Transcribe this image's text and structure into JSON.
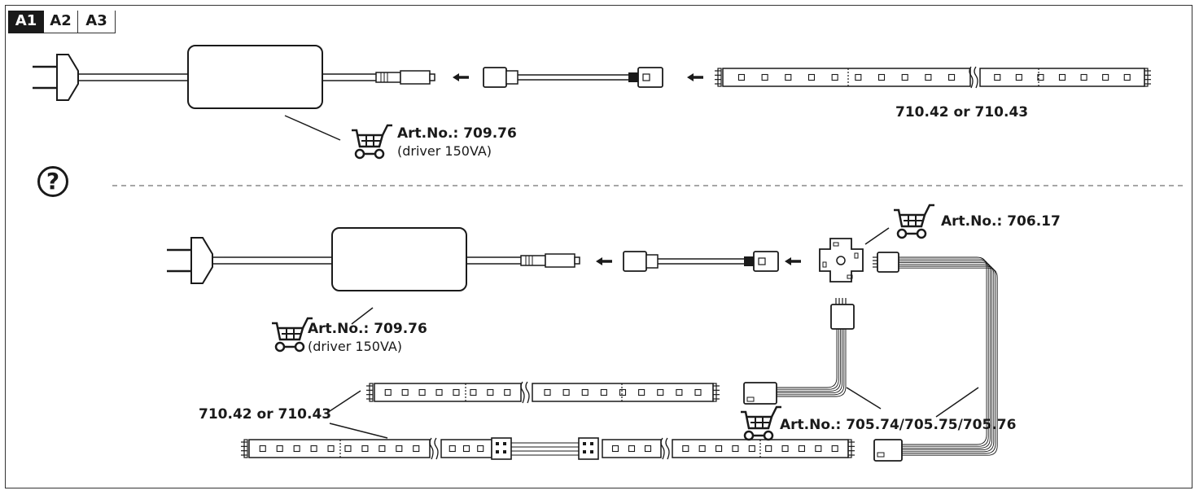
{
  "tabs": [
    {
      "label": "A1",
      "active": true
    },
    {
      "label": "A2",
      "active": false
    },
    {
      "label": "A3",
      "active": false
    }
  ],
  "top_section": {
    "strip_label": "710.42 or 710.43",
    "driver": {
      "art_no": "Art.No.: 709.76",
      "desc": "(driver 150VA)",
      "icon": "shopping-cart-icon"
    }
  },
  "help": {
    "icon": "question-mark-icon",
    "symbol": "?"
  },
  "bottom_section": {
    "connector": {
      "art_no": "Art.No.: 706.17",
      "icon": "shopping-cart-icon"
    },
    "driver": {
      "art_no": "Art.No.: 709.76",
      "desc": "(driver 150VA)",
      "icon": "shopping-cart-icon"
    },
    "cables": {
      "art_no": "Art.No.: 705.74/705.75/705.76",
      "icon": "shopping-cart-icon"
    },
    "strip_label": "710.42 or 710.43"
  },
  "colors": {
    "line": "#1a1a1a",
    "frame": "#333333",
    "divider": "#888888"
  }
}
